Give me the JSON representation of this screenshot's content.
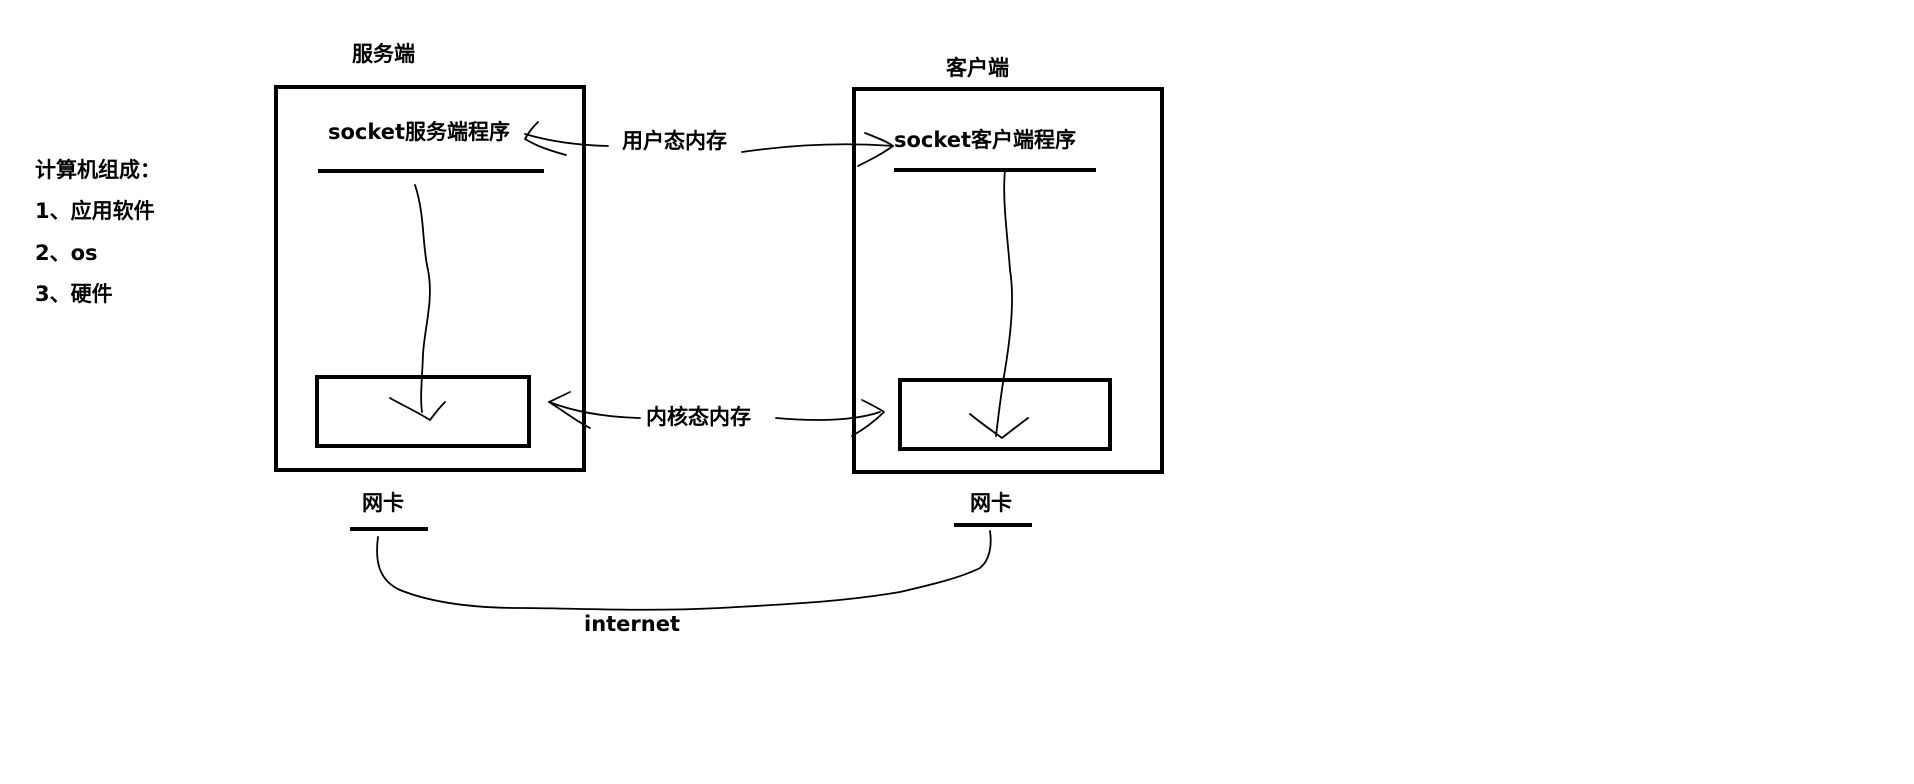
{
  "sidebar": {
    "title": "计算机组成：",
    "items": [
      "1、应用软件",
      "2、os",
      "3、硬件"
    ]
  },
  "server": {
    "title": "服务端",
    "program": "socket服务端程序",
    "nic": "网卡"
  },
  "client": {
    "title": "客户端",
    "program": "socket客户端程序",
    "nic": "网卡"
  },
  "labels": {
    "user_memory": "用户态内存",
    "kernel_memory": "内核态内存",
    "internet": "internet"
  }
}
